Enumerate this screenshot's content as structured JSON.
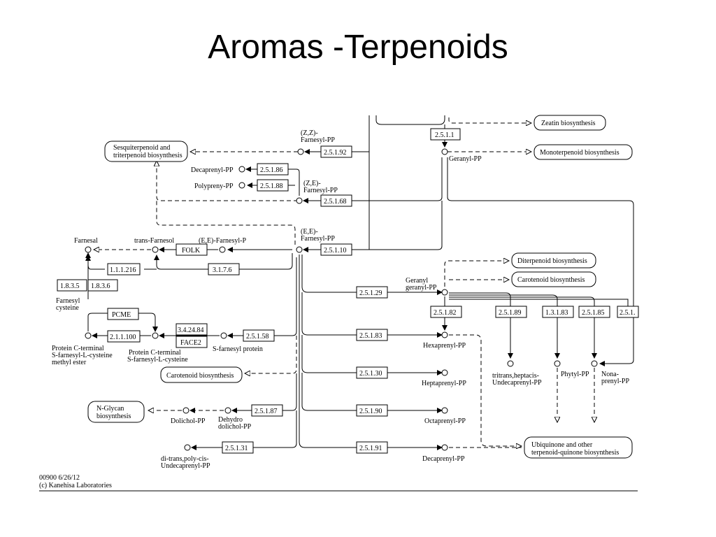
{
  "slide": {
    "title": "Aromas -Terpenoids"
  },
  "enzymes": {
    "e2_5_1_1": "2.5.1.1",
    "e2_5_1_92": "2.5.1.92",
    "e2_5_1_86": "2.5.1.86",
    "e2_5_1_88": "2.5.1.88",
    "e2_5_1_68": "2.5.1.68",
    "e2_5_1_10": "2.5.1.10",
    "folk": "FOLK",
    "e1_1_1_216": "1.1.1.216",
    "e3_1_7_6": "3.1.7.6",
    "e1_8_3_5": "1.8.3.5",
    "e1_8_3_6": "1.8.3.6",
    "pcme": "PCME",
    "e2_1_1_100": "2.1.1.100",
    "e3_4_24_84": "3.4.24.84",
    "face2": "FACE2",
    "e2_5_1_58": "2.5.1.58",
    "e2_5_1_29": "2.5.1.29",
    "e2_5_1_82": "2.5.1.82",
    "e2_5_1_89": "2.5.1.89",
    "e1_3_1_83": "1.3.1.83",
    "e2_5_1_85": "2.5.1.85",
    "e2_5_1_trunc": "2.5.1.",
    "e2_5_1_83": "2.5.1.83",
    "e2_5_1_30": "2.5.1.30",
    "e2_5_1_87": "2.5.1.87",
    "e2_5_1_90": "2.5.1.90",
    "e2_5_1_31": "2.5.1.31",
    "e2_5_1_91": "2.5.1.91"
  },
  "pathways": {
    "zeatin": "Zeatin biosynthesis",
    "monoterpenoid": "Monoterpenoid biosynthesis",
    "sesqui_l1": "Sesquiterpenoid and",
    "sesqui_l2": "triterpenoid biosynthesis",
    "diterpenoid": "Diterpenoid biosynthesis",
    "carotenoid_r": "Carotenoid biosynthesis",
    "carotenoid_l": "Carotenoid biosynthesis",
    "nglycan_l1": "N-Glycan",
    "nglycan_l2": "biosynthesis",
    "ubiq_l1": "Ubiquinone and other",
    "ubiq_l2": "terpenoid-quinone biosynthesis"
  },
  "compounds": {
    "zz_l1": "(Z,Z)-",
    "zz_l2": "Farnesyl-PP",
    "geranyl_pp": "Geranyl-PP",
    "decaprenyl_pp_top": "Decaprenyl-PP",
    "polyprenyl_pp": "Polypreny-PP",
    "ze_l1": "(Z,E)-",
    "ze_l2": "Farnesyl-PP",
    "ee_l1": "(E,E)-",
    "ee_l2": "Farnesyl-PP",
    "farnesal": "Farnesal",
    "trans_farnesol": "trans-Farnesol",
    "ee_farnesyl_p": "(E,E)-Farnesyl-P",
    "farnesyl_cys_l1": "Farnesyl",
    "farnesyl_cys_l2": "cysteine",
    "pct_me_l1": "Protein C-terminal",
    "pct_me_l2": "S-farnesyl-L-cysteine",
    "pct_me_l3": "methyl ester",
    "pct_l1": "Protein C-terminal",
    "pct_l2": "S-farnesyl-L-cysteine",
    "s_farnesyl_protein": "S-farnesyl protein",
    "ggpp_l1": "Geranyl",
    "ggpp_l2": "geranyl-PP",
    "hexaprenyl_pp": "Hexaprenyl-PP",
    "tritrans_l1": "tritrans,heptacis-",
    "tritrans_l2": "Undecaprenyl-PP",
    "phytyl_pp": "Phytyl-PP",
    "nona_l1": "Nona-",
    "nona_l2": "prenyl-PP",
    "heptaprenyl_pp": "Heptaprenyl-PP",
    "dolichol_pp": "Dolichol-PP",
    "dehydro_l1": "Dehydro",
    "dehydro_l2": "dolichol-PP",
    "octaprenyl_pp": "Octaprenyl-PP",
    "ditrans_l1": "di-trans,poly-cis-",
    "ditrans_l2": "Undecaprenyl-PP",
    "decaprenyl_pp_bottom": "Decaprenyl-PP"
  },
  "footer": {
    "code_date": "00900 6/26/12",
    "copyright": "(c) Kanehisa Laboratories"
  }
}
